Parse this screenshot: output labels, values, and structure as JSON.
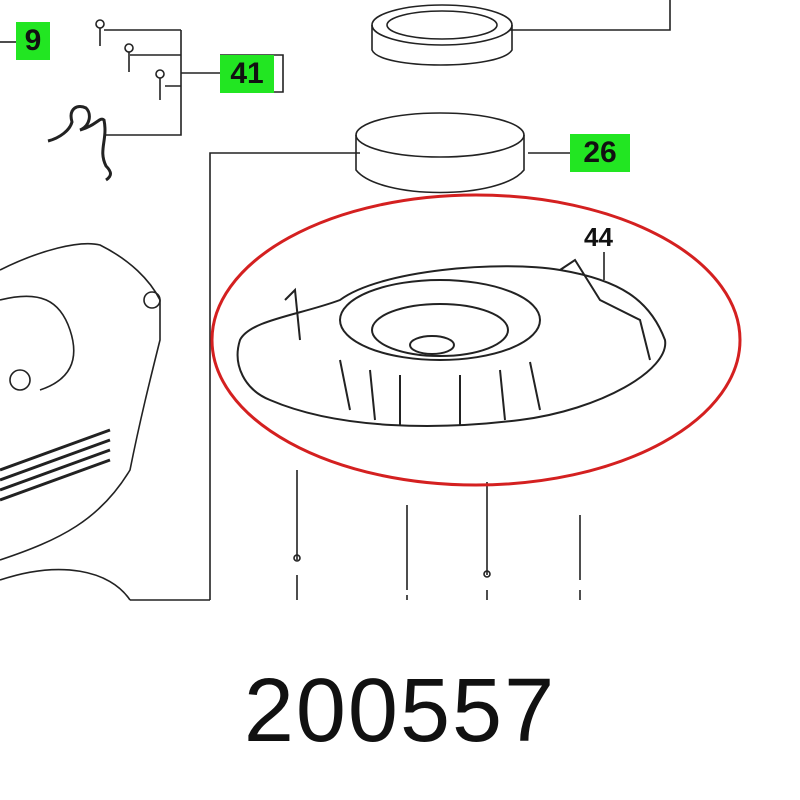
{
  "callouts": [
    {
      "label": "9"
    },
    {
      "label": "41"
    },
    {
      "label": "26"
    },
    {
      "label": "44"
    }
  ],
  "part_number": "200557",
  "colors": {
    "callout_bg": "#22e622",
    "highlight_ellipse": "#d42020"
  }
}
